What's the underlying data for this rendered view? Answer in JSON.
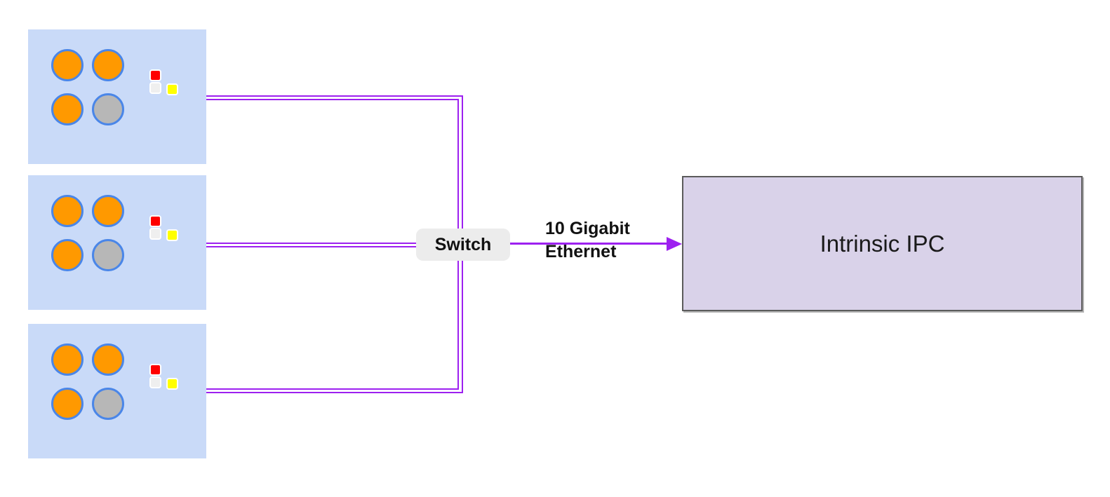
{
  "diagram": {
    "type": "network-topology",
    "description": "Three camera modules connected through a switch to an IPC"
  },
  "switch": {
    "label": "Switch"
  },
  "ethernet_link": {
    "label_line1": "10 Gigabit",
    "label_line2": "Ethernet"
  },
  "ipc": {
    "label": "Intrinsic IPC"
  },
  "device_boxes": {
    "count": 3,
    "lenses_per_box": 4,
    "lens_pattern": [
      "orange",
      "orange",
      "orange",
      "gray"
    ],
    "indicator_pattern": [
      "red",
      "gray",
      "yellow"
    ]
  },
  "colors": {
    "connector": "#9d20f0",
    "device_fill": "#c9daf8",
    "lens_orange": "#ff9900",
    "lens_gray": "#b7b7b7",
    "lens_border": "#4a86e8",
    "indicator_red": "#ff0000",
    "indicator_gray": "#efefef",
    "indicator_yellow": "#ffff00",
    "switch_fill": "#ececec",
    "ipc_fill": "#d9d2e9",
    "ipc_border": "#5b5b5b"
  }
}
